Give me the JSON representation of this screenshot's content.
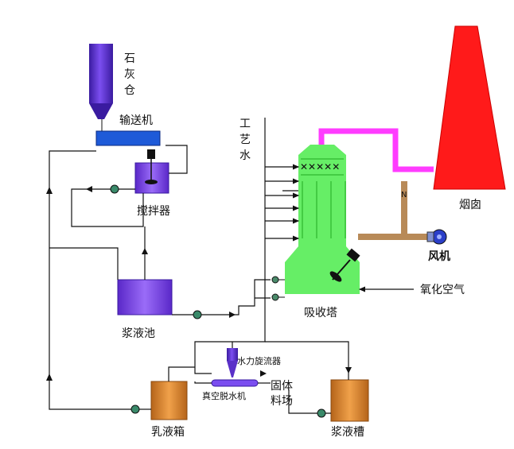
{
  "labels": {
    "lime_silo": "石\n灰\n仓",
    "conveyor": "输送机",
    "mixer": "搅拌器",
    "process_water": "工\n艺\n水",
    "chimney": "烟囱",
    "fan": "风机",
    "oxidation_air": "氧化空气",
    "absorber": "吸收塔",
    "slurry_pool": "浆液池",
    "hydrocyclone": "水力旋流器",
    "vacuum_dewatering": "真空脱水机",
    "solids_yard": "固体\n料场",
    "milk_tank": "乳液箱",
    "slurry_tank": "浆液槽"
  },
  "colors": {
    "silo": "#5a30c8",
    "conveyor": "#1e5ad8",
    "mixer": "#7b3fe0",
    "pool": "#7b3fe0",
    "tank": "#d9862a",
    "absorber": "#66ee66",
    "chimney": "#ff1a1a",
    "flue_hot": "#ff3cff",
    "flue_raw": "#b88a58",
    "pipe": "#111111"
  }
}
